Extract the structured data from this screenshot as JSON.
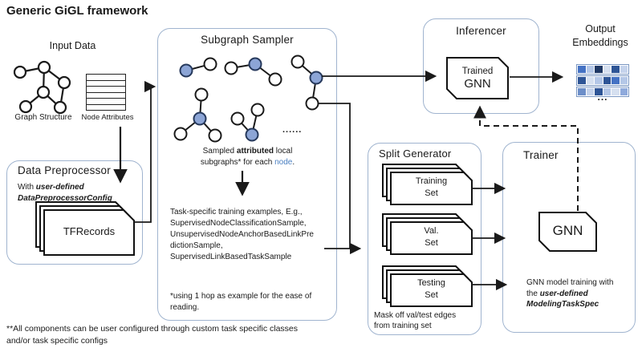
{
  "title": "Generic GiGL framework",
  "input_data": {
    "title": "Input Data",
    "graph_label": "Graph Structure",
    "attributes_label": "Node Attributes"
  },
  "preprocessor": {
    "title": "Data Preprocessor",
    "with_prefix": "With ",
    "config_line1": "user-defined",
    "config_line2": "DataPreprocessorConfig",
    "card_label": "TFRecords"
  },
  "sampler": {
    "title": "Subgraph Sampler",
    "caption": {
      "part1": "Sampled ",
      "bold": "attributed",
      "part2": " local",
      "line2_part1": "subgraphs* for each ",
      "link": "node",
      "line2_end": "."
    },
    "ellipsis": "......",
    "task_lines": [
      "Task-specific training examples, E.g.,",
      "SupervisedNodeClassificationSample,",
      "UnsupervisedNodeAnchorBasedLinkPre",
      "dictionSample,",
      "SupervisedLinkBasedTaskSample"
    ],
    "footnote_line1": "*using 1 hop as example for the ease of",
    "footnote_line2": "reading."
  },
  "split_generator": {
    "title": "Split Generator",
    "stacks": [
      {
        "line1": "Training",
        "line2": "Set"
      },
      {
        "line1": "Val.",
        "line2": "Set"
      },
      {
        "line1": "Testing",
        "line2": "Set"
      }
    ],
    "caption_line1": "Mask off val/test edges",
    "caption_line2": "from training set"
  },
  "trainer": {
    "title": "Trainer",
    "card_label": "GNN",
    "caption_line1": "GNN model training with",
    "caption_line2_prefix": "the ",
    "caption_bold1": "user-defined",
    "caption_bold2": "ModelingTaskSpec"
  },
  "inferencer": {
    "title": "Inferencer",
    "card_line1": "Trained",
    "card_line2": "GNN"
  },
  "output": {
    "title_line1": "Output",
    "title_line2": "Embeddings",
    "ellipsis": "...",
    "rows": [
      [
        "#4472C4",
        "#B4C7E7",
        "#1F3864",
        "#D6E0F0",
        "#2E5596",
        "#C5D3EC"
      ],
      [
        "#2E5596",
        "#D6E0F0",
        "#B4C7E7",
        "#2E5596",
        "#4472C4",
        "#B4C7E7"
      ],
      [
        "#6C8EC9",
        "#C5D3EC",
        "#2E5596",
        "#B4C7E7",
        "#D6E0F0",
        "#8FAADC"
      ]
    ]
  },
  "footer_line1": "**All components can be user configured through custom task specific classes",
  "footer_line2": "and/or task specific configs",
  "colors": {
    "box_border": "#a0b4cf",
    "anchor_node_fill": "#8CA5D6",
    "link_blue": "#4a7fc1"
  }
}
